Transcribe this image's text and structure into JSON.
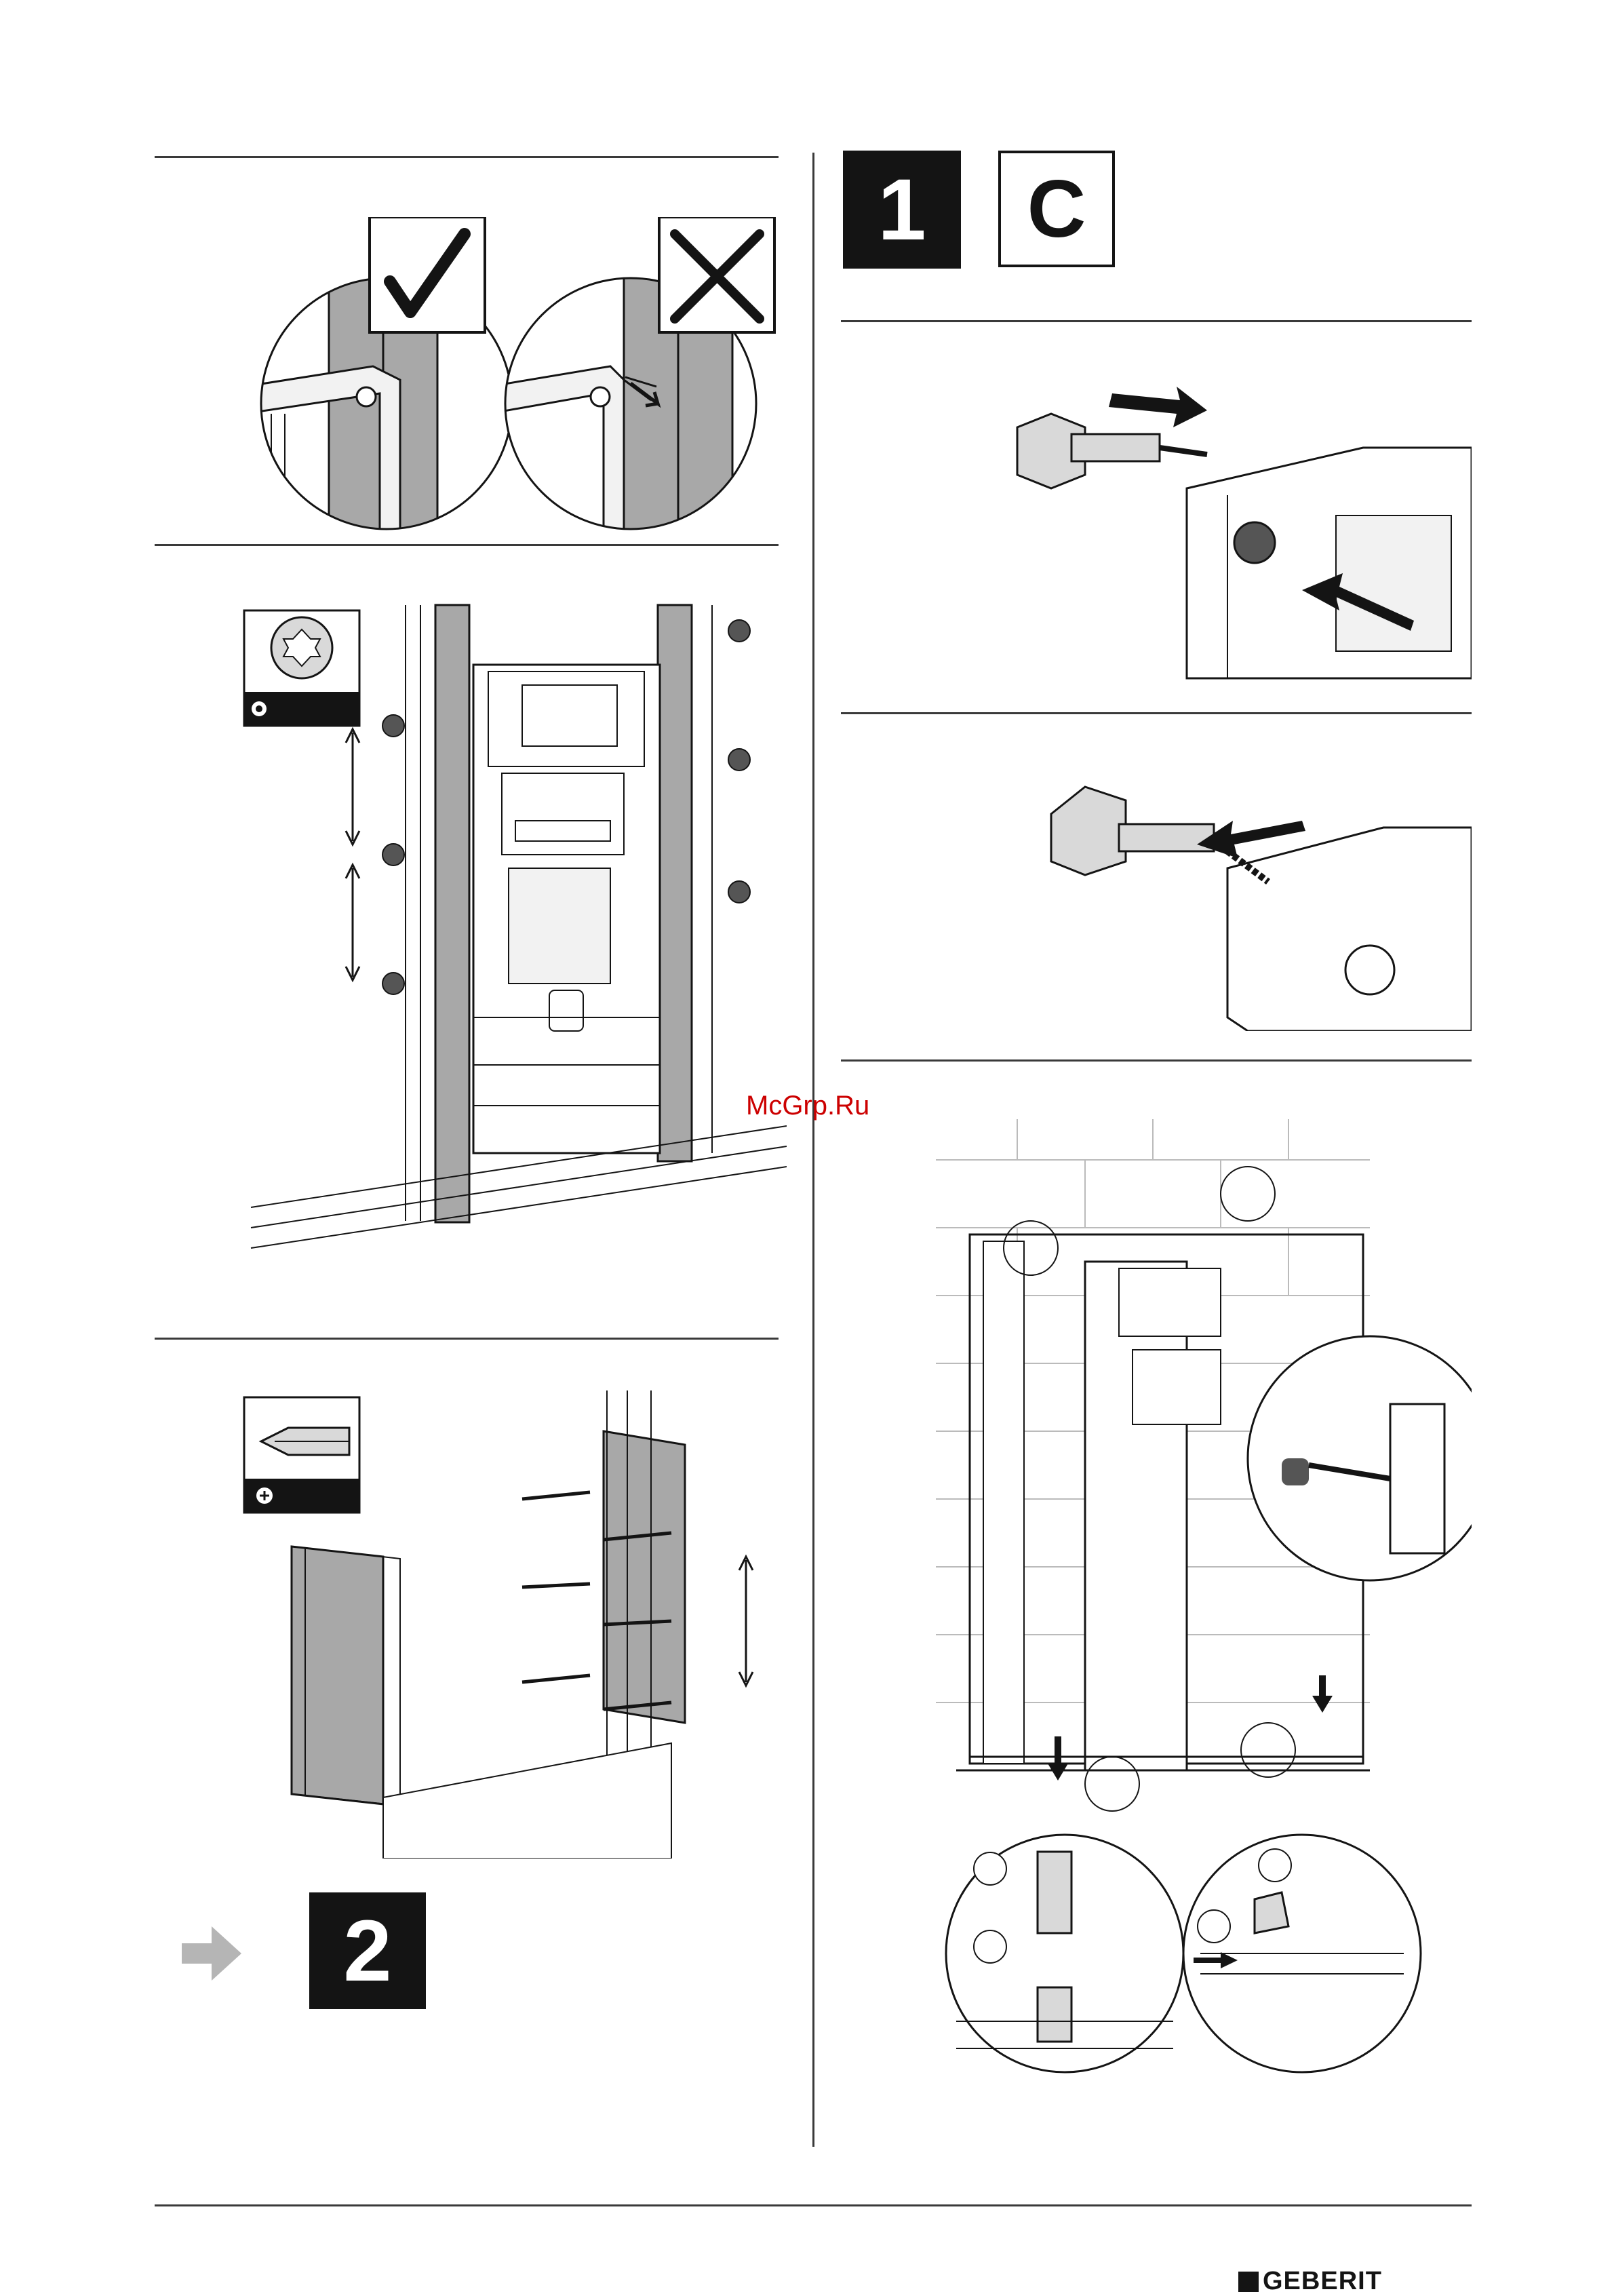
{
  "steps": {
    "current_number": "1",
    "current_variant": "C",
    "next_number": "2"
  },
  "watermark": "McGrp.Ru",
  "brand": {
    "logo_text": "GEBERIT"
  },
  "colors": {
    "ink": "#141414",
    "panel_gray": "#a8a8a8",
    "light_gray": "#d9d9d9",
    "watermark_red": "#cc0000",
    "arrow_gray": "#b5b5b5"
  },
  "icons": {
    "correct": "check-mark-icon",
    "wrong": "cross-mark-icon",
    "torx_bit": "torx-bit-icon",
    "phillips_bit": "phillips-screwdriver-icon",
    "next": "arrow-right-icon"
  }
}
